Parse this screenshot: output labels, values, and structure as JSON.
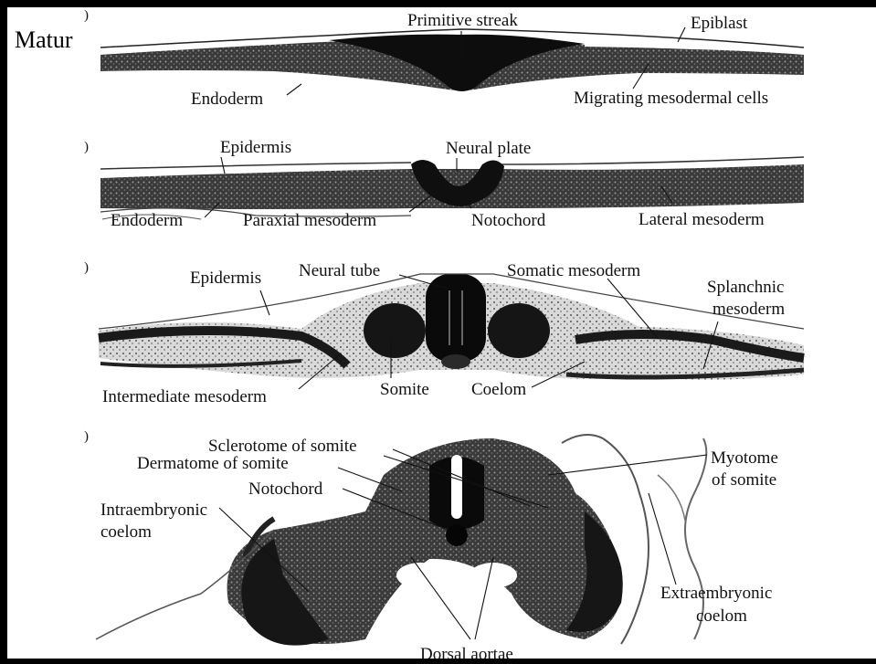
{
  "slide_title": "Matur",
  "panel_markers": [
    ")",
    ")",
    ")",
    ")"
  ],
  "panel_a": {
    "primitive_streak": "Primitive streak",
    "epiblast": "Epiblast",
    "endoderm": "Endoderm",
    "migrating_cells": "Migrating mesodermal cells"
  },
  "panel_b": {
    "epidermis": "Epidermis",
    "neural_plate": "Neural plate",
    "endoderm": "Endoderm",
    "paraxial": "Paraxial mesoderm",
    "notochord": "Notochord",
    "lateral": "Lateral mesoderm"
  },
  "panel_c": {
    "epidermis": "Epidermis",
    "neural_tube": "Neural tube",
    "somatic": "Somatic mesoderm",
    "splanchnic_1": "Splanchnic",
    "splanchnic_2": "mesoderm",
    "intermediate": "Intermediate mesoderm",
    "somite": "Somite",
    "coelom": "Coelom"
  },
  "panel_d": {
    "sclerotome": "Sclerotome of somite",
    "dermatome": "Dermatome of somite",
    "notochord": "Notochord",
    "intraembryonic_1": "Intraembryonic",
    "intraembryonic_2": "coelom",
    "myotome_1": "Myotome",
    "myotome_2": "of somite",
    "extraembryonic_1": "Extraembryonic",
    "extraembryonic_2": "coelom",
    "dorsal_aortae": "Dorsal aortae"
  },
  "icons": [
    "embryo-section-drawing"
  ]
}
